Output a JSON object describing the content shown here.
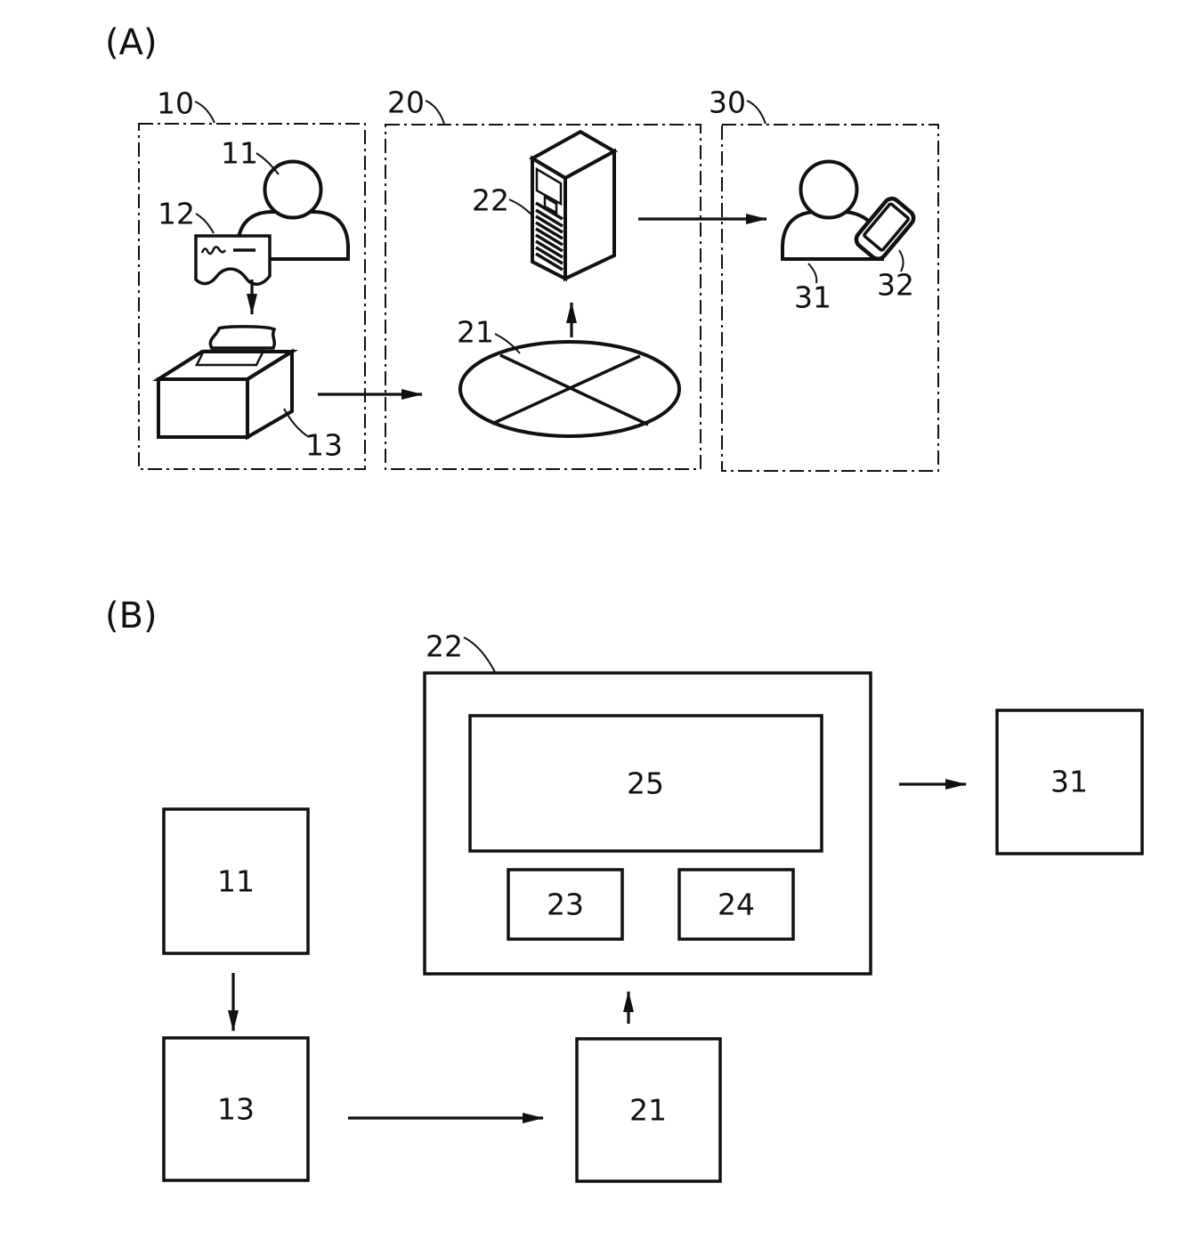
{
  "colors": {
    "ink": "#111111",
    "background": "#ffffff"
  },
  "panel_a": {
    "title": "(A)",
    "zones": {
      "sender": {
        "label": "10"
      },
      "server": {
        "label": "20"
      },
      "receiver": {
        "label": "30"
      }
    },
    "refs": {
      "person_sender": "11",
      "document": "12",
      "scan_box": "13",
      "network": "21",
      "server_unit": "22",
      "person_receiver": "31",
      "smartphone": "32"
    }
  },
  "panel_b": {
    "title": "(B)",
    "blocks": {
      "server_outer": "22",
      "main_unit": "25",
      "sub_left": "23",
      "sub_right": "24",
      "writer": "11",
      "scan_box": "13",
      "network": "21",
      "receiver": "31"
    }
  }
}
